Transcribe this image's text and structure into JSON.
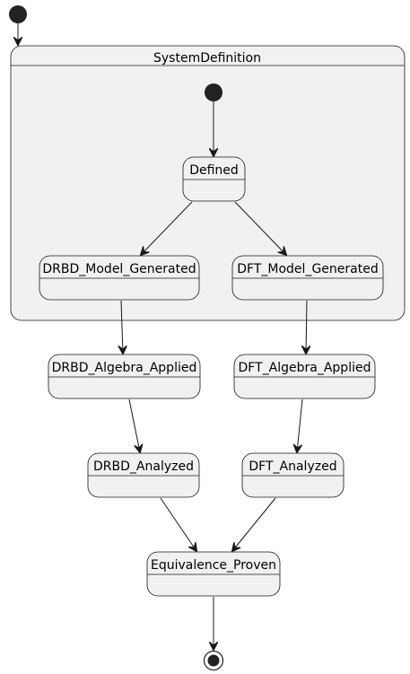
{
  "composite": {
    "label": "SystemDefinition"
  },
  "states": {
    "defined": "Defined",
    "drbd_model_generated": "DRBD_Model_Generated",
    "dft_model_generated": "DFT_Model_Generated",
    "drbd_algebra_applied": "DRBD_Algebra_Applied",
    "dft_algebra_applied": "DFT_Algebra_Applied",
    "drbd_analyzed": "DRBD_Analyzed",
    "dft_analyzed": "DFT_Analyzed",
    "equivalence_proven": "Equivalence_Proven"
  },
  "colors": {
    "state_fill": "#f1f1f1",
    "stroke": "#181818",
    "pseudo_state": "#222222"
  }
}
